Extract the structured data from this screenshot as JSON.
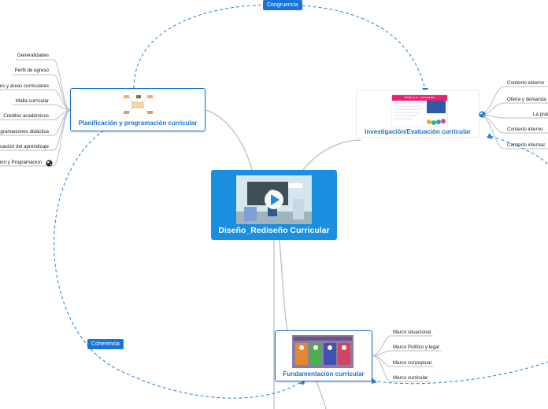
{
  "central": {
    "title": "Diseño_Rediseño Curricular",
    "icon": "play-icon"
  },
  "topics": {
    "planificacion": {
      "label": "Planificación y programación curricular",
      "children": [
        "Generalidades",
        "Perfil de egreso",
        "es y áreas curriculares",
        "Malla curricular",
        "Créditos académicos",
        "gramaciones didáctica",
        "uación del aprendizaje",
        "ion y Programacion"
      ]
    },
    "investigacion": {
      "label": "Investigación/Evaluación curricular",
      "children": [
        "Contexto externo",
        "Oferta y demanda",
        "La prác",
        "Contexto interno",
        "Contexto internac"
      ]
    },
    "fundamentacion": {
      "label": "Fundamentación curricular",
      "children": [
        "Marco situacional",
        "Marco Político y legal",
        "Marco conceptual",
        "Marco curricular"
      ]
    }
  },
  "relations": {
    "congruencia": "Congruencia",
    "coherencia": "Coherencia"
  },
  "thumbnails": {
    "investigacion_header": "Diseño y re - formulación"
  },
  "colors": {
    "accent": "#1a8fe0",
    "topic_border": "#1a73c9",
    "line": "#b8bfc6",
    "relation": "#2a7fd4"
  }
}
